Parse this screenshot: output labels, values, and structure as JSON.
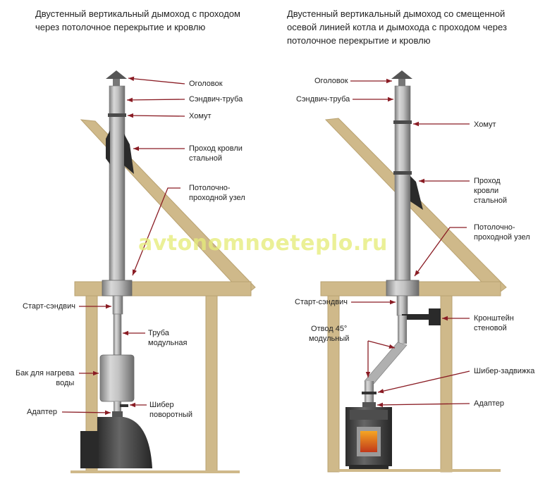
{
  "titles": {
    "left": "Двустенный вертикальный дымоход с проходом\nчерез потолочное перекрытие и кровлю",
    "right": "Двустенный вертикальный дымоход со смещенной\nосевой линией котла и дымохода с проходом через\nпотолочное перекрытие и кровлю"
  },
  "watermark": "avtonomnoeteplo.ru",
  "left_labels": {
    "cap": "Оголовок",
    "sandwich": "Сэндвич-труба",
    "clamp": "Хомут",
    "roof_pass": "Проход кровли\nстальной",
    "ceiling_unit": "Потолочно-\nпроходной узел",
    "start_sandwich": "Старт-сэндвич",
    "modular_pipe": "Труба\nмодульная",
    "water_tank": "Бак для нагрева\nводы",
    "adapter": "Адаптер",
    "rotary_damper": "Шибер\nповоротный"
  },
  "right_labels": {
    "cap": "Оголовок",
    "sandwich": "Сэндвич-труба",
    "clamp": "Хомут",
    "roof_pass": "Проход\nкровли\nстальной",
    "ceiling_unit": "Потолочно-\nпроходной узел",
    "start_sandwich": "Старт-сэндвич",
    "elbow": "Отвод 45°\nмодульный",
    "wall_bracket": "Кронштейн\nстеновой",
    "gate_damper": "Шибер-задвижка",
    "adapter": "Адаптер"
  },
  "colors": {
    "wood": "#cfb98a",
    "wood_edge": "#b9a271",
    "arrow": "#8a1c24",
    "pipe": "#b4b4b4",
    "stove_dark": "#3a3a3a",
    "fire": "#d9621a"
  }
}
